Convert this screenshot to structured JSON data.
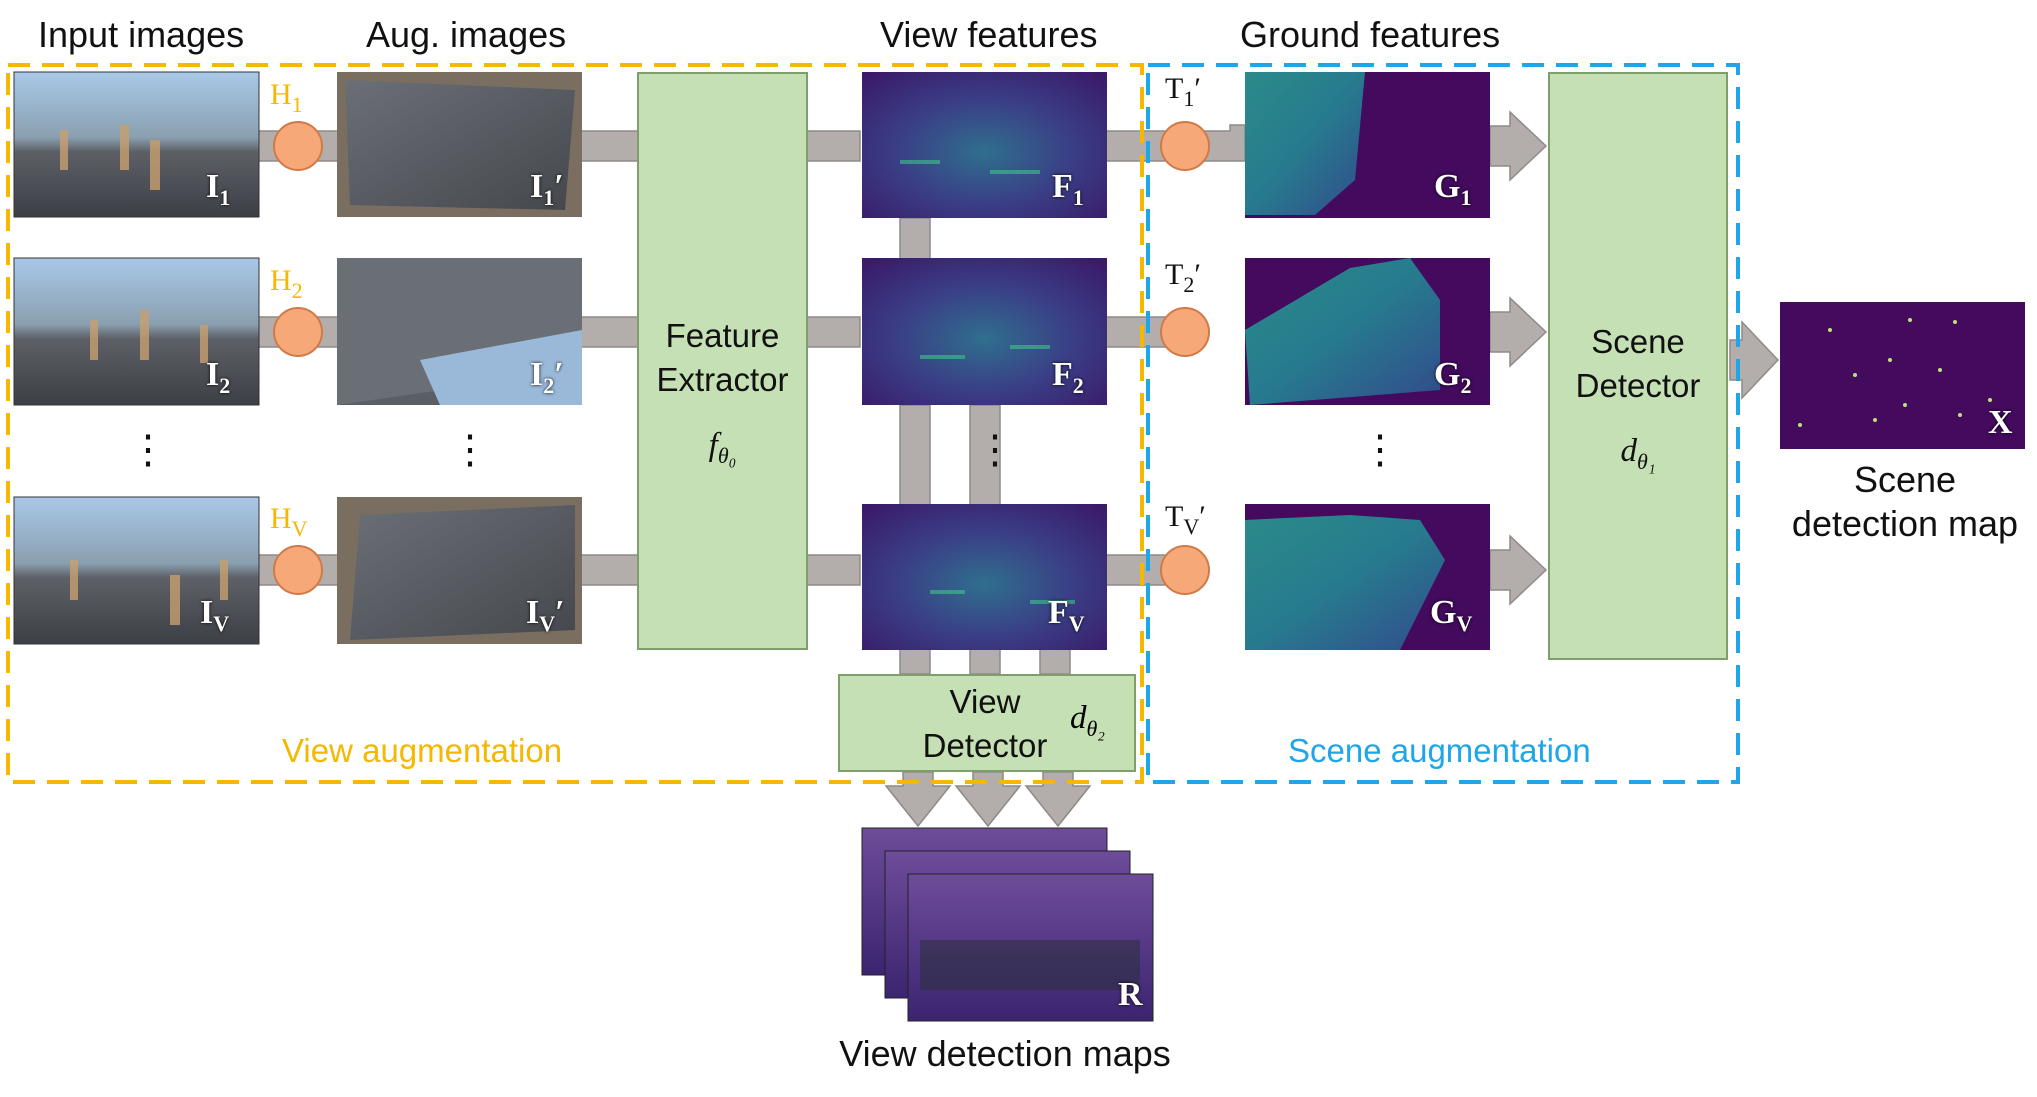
{
  "headers": {
    "input_images": "Input images",
    "aug_images": "Aug. images",
    "view_features": "View features",
    "ground_features": "Ground features"
  },
  "sections": {
    "view_augmentation": "View augmentation",
    "scene_augmentation": "Scene augmentation"
  },
  "blocks": {
    "feature_extractor": {
      "line1": "Feature",
      "line2": "Extractor",
      "symbol": "f",
      "symbol_sub": "θ₀"
    },
    "scene_detector": {
      "line1": "Scene",
      "line2": "Detector",
      "symbol": "d",
      "symbol_sub": "θ₁"
    },
    "view_detector": {
      "line1": "View",
      "line2": "Detector",
      "symbol": "d",
      "symbol_sub": "θ₂"
    }
  },
  "rows": [
    {
      "input": "I",
      "input_sub": "1",
      "homography": "H",
      "homography_sub": "1",
      "aug": "I",
      "aug_sub": "1",
      "aug_prime": "′",
      "feature": "F",
      "feature_sub": "1",
      "transform": "T",
      "transform_sub": "1",
      "transform_prime": "′",
      "ground": "G",
      "ground_sub": "1"
    },
    {
      "input": "I",
      "input_sub": "2",
      "homography": "H",
      "homography_sub": "2",
      "aug": "I",
      "aug_sub": "2",
      "aug_prime": "′",
      "feature": "F",
      "feature_sub": "2",
      "transform": "T",
      "transform_sub": "2",
      "transform_prime": "′",
      "ground": "G",
      "ground_sub": "2"
    },
    {
      "input": "I",
      "input_sub": "V",
      "homography": "H",
      "homography_sub": "V",
      "aug": "I",
      "aug_sub": "V",
      "aug_prime": "′",
      "feature": "F",
      "feature_sub": "V",
      "transform": "T",
      "transform_sub": "V",
      "transform_prime": "′",
      "ground": "G",
      "ground_sub": "V"
    }
  ],
  "dots": "⋮",
  "outputs": {
    "scene_map_letter": "X",
    "scene_map_line1": "Scene",
    "scene_map_line2": "detection map",
    "view_map_letter": "R",
    "view_maps_label": "View detection maps"
  },
  "colors": {
    "view_aug": "#f5b800",
    "scene_aug": "#1fa6e8",
    "block_fill": "#c5e0b4",
    "arrow": "#b3aeab",
    "node": "#f7a878",
    "feature_bg": "#3b1a6e"
  }
}
